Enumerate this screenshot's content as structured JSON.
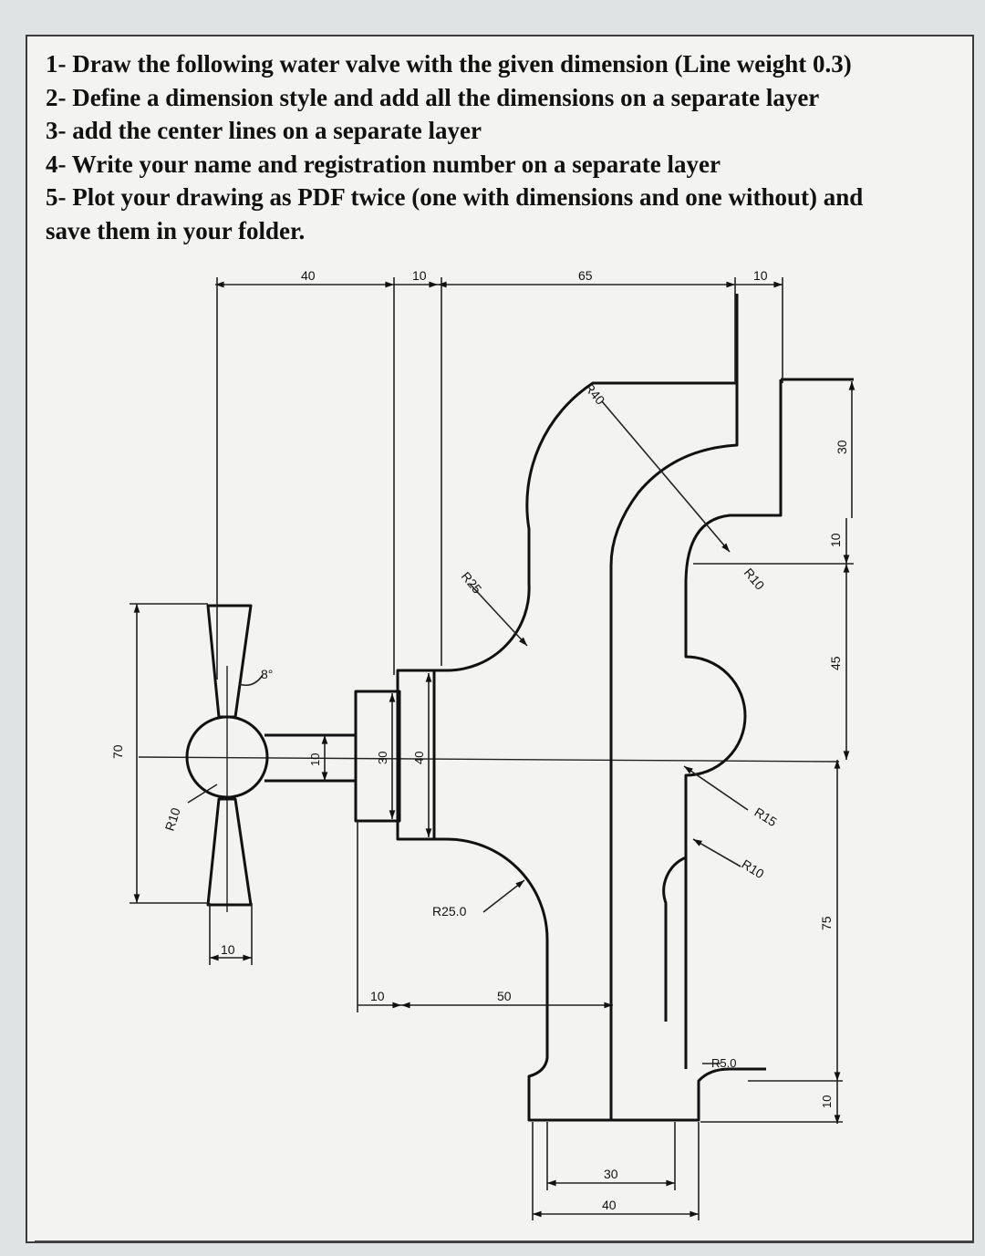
{
  "instructions": [
    "1- Draw the following water valve with the given dimension (Line weight 0.3)",
    "2- Define a dimension style and add all the dimensions on a separate layer",
    "3- add the center lines on a separate layer",
    "4- Write your name and registration number on a separate layer",
    "5- Plot your drawing as PDF twice (one with dimensions and one without) and",
    "save them in your folder."
  ],
  "dimensions": {
    "top_40": "40",
    "top_10_left": "10",
    "top_65": "65",
    "top_10_right": "10",
    "r40": "R40",
    "r25_upper": "R25",
    "r10_upper": "R10",
    "r15": "R15",
    "r10_lower": "R10",
    "r25_lower": "R25.0",
    "r5": "R5.0",
    "r10_handle": "R10",
    "angle_8": "8°",
    "left_70": "70",
    "stem_10": "10",
    "flange_30": "30",
    "body_40": "40",
    "handle_10": "10",
    "flange_10": "10",
    "dim_50": "50",
    "base_30": "30",
    "base_40": "40",
    "right_30": "30",
    "right_10_upper": "10",
    "right_45": "45",
    "right_75": "75",
    "right_10_lower": "10"
  }
}
